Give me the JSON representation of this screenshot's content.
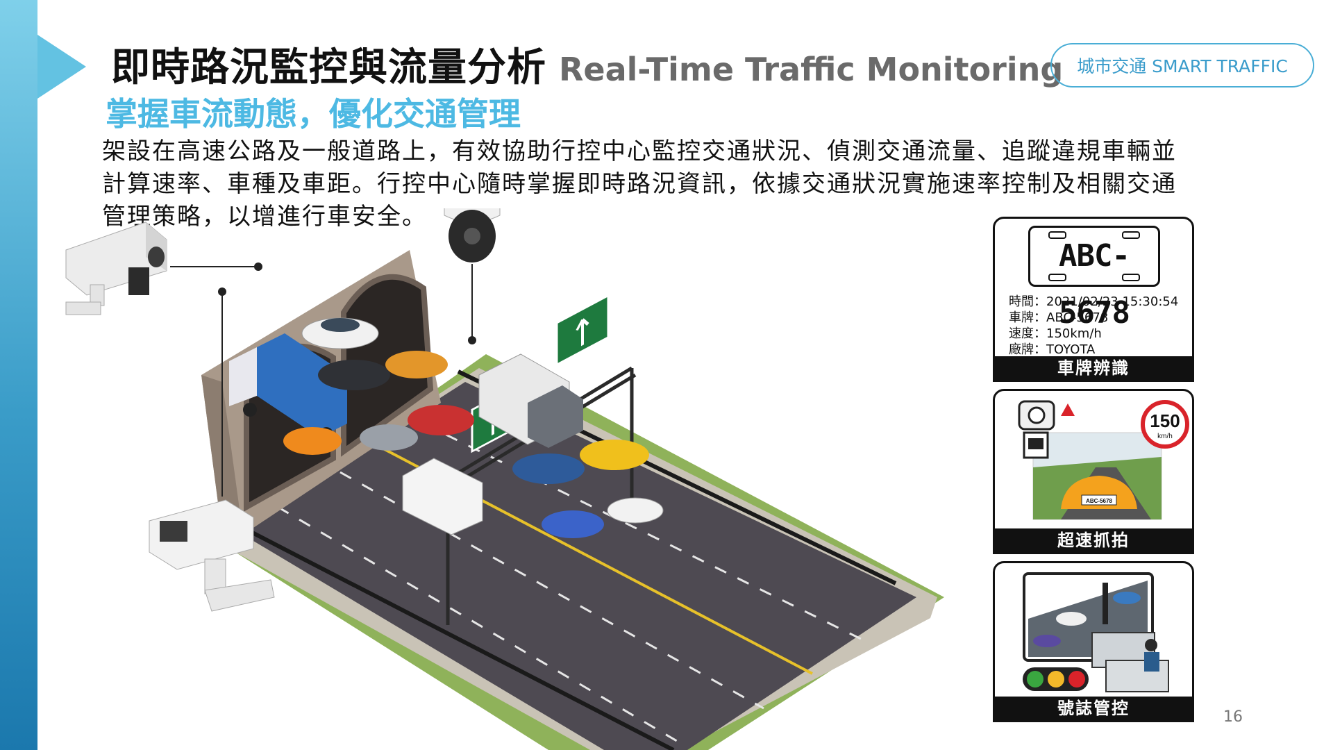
{
  "header": {
    "title_zh": "即時路況監控與流量分析",
    "title_en": "Real-Time Traffic Monitoring",
    "badge": "城市交通 SMART TRAFFIC",
    "subtitle": "掌握車流動態，優化交通管理"
  },
  "description": [
    "架設在高速公路及一般道路上，有效協助行控中心監控交通狀況、偵測交通流量、追蹤違規車輛並",
    "計算速率、車種及車距。行控中心隨時掌握即時路況資訊，依據交通狀況實施速率控制及相關交通",
    "管理策略，以增進行車安全。"
  ],
  "panels": {
    "plate_recognition": {
      "plate": "ABC-5678",
      "info": [
        {
          "label": "時間：",
          "value": "2021/02/23 15:30:54"
        },
        {
          "label": "車牌：",
          "value": "ABC-5678"
        },
        {
          "label": "速度：",
          "value": "150km/h"
        },
        {
          "label": "廠牌：",
          "value": "TOYOTA"
        }
      ],
      "label": "車牌辨識"
    },
    "speeding": {
      "speed_limit": "150",
      "speed_unit": "km/h",
      "car_plate": "ABC-5678",
      "label": "超速抓拍"
    },
    "signal": {
      "label": "號誌管控"
    }
  },
  "colors": {
    "accent": "#4db9e3",
    "sidebar_top": "#7fd0ea",
    "sidebar_bottom": "#1b78ad",
    "road_sign": "#1e7a3e",
    "speed_ring": "#d9232a"
  },
  "page": "16"
}
